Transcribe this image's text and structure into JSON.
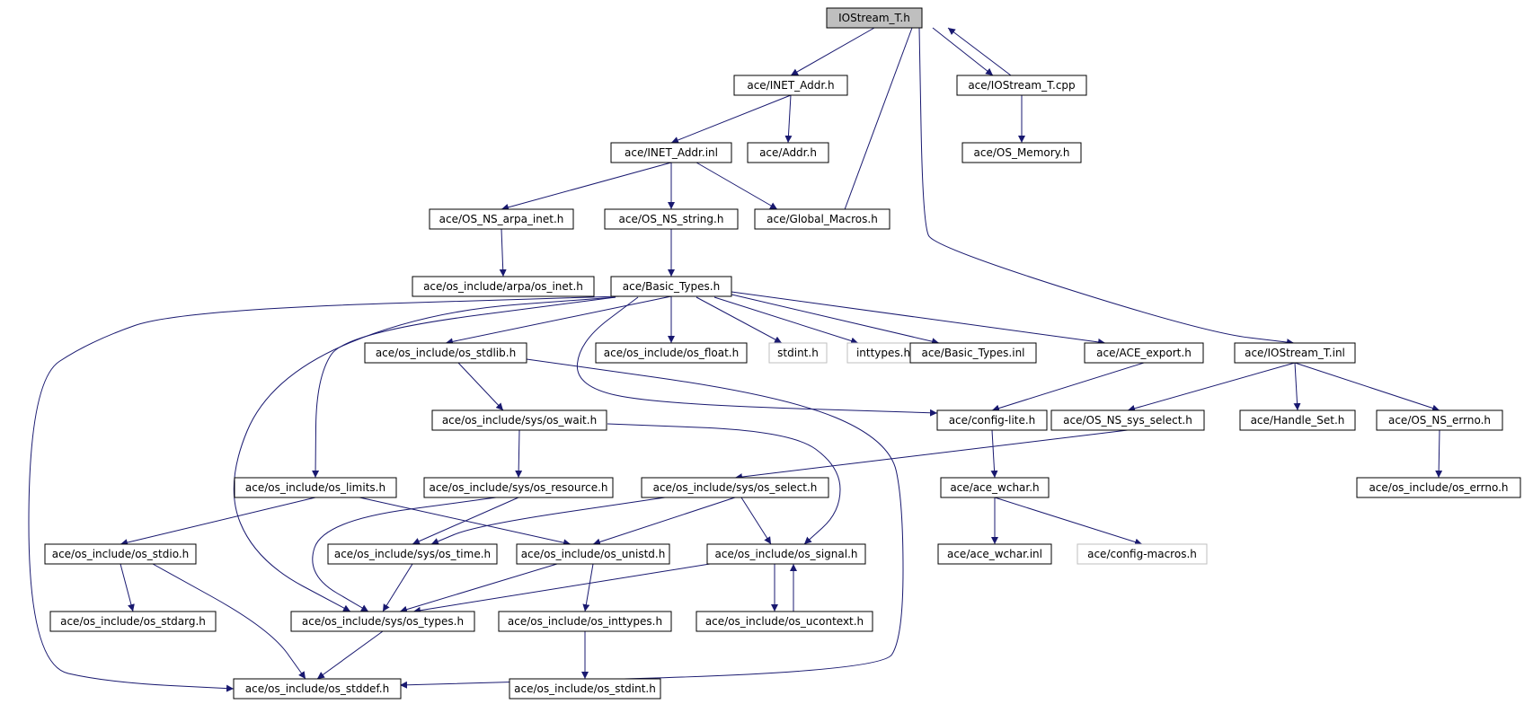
{
  "graph": {
    "colors": {
      "edge": "#191970",
      "root_fill": "#bfbfbf",
      "node_border": "#000000",
      "external_border": "#bfbfbf"
    },
    "nodes": [
      {
        "id": "iostream_t_h",
        "label": "IOStream_T.h",
        "kind": "root"
      },
      {
        "id": "inet_addr_h",
        "label": "ace/INET_Addr.h",
        "kind": "normal"
      },
      {
        "id": "iostream_t_cpp",
        "label": "ace/IOStream_T.cpp",
        "kind": "normal"
      },
      {
        "id": "inet_addr_inl",
        "label": "ace/INET_Addr.inl",
        "kind": "normal"
      },
      {
        "id": "addr_h",
        "label": "ace/Addr.h",
        "kind": "normal"
      },
      {
        "id": "os_memory_h",
        "label": "ace/OS_Memory.h",
        "kind": "normal"
      },
      {
        "id": "os_ns_arpa_inet_h",
        "label": "ace/OS_NS_arpa_inet.h",
        "kind": "normal"
      },
      {
        "id": "os_ns_string_h",
        "label": "ace/OS_NS_string.h",
        "kind": "normal"
      },
      {
        "id": "global_macros_h",
        "label": "ace/Global_Macros.h",
        "kind": "normal"
      },
      {
        "id": "os_inet_h",
        "label": "ace/os_include/arpa/os_inet.h",
        "kind": "normal"
      },
      {
        "id": "basic_types_h",
        "label": "ace/Basic_Types.h",
        "kind": "normal"
      },
      {
        "id": "os_stdlib_h",
        "label": "ace/os_include/os_stdlib.h",
        "kind": "normal"
      },
      {
        "id": "os_float_h",
        "label": "ace/os_include/os_float.h",
        "kind": "normal"
      },
      {
        "id": "stdint_h",
        "label": "stdint.h",
        "kind": "external"
      },
      {
        "id": "inttypes_h",
        "label": "inttypes.h",
        "kind": "external"
      },
      {
        "id": "basic_types_inl",
        "label": "ace/Basic_Types.inl",
        "kind": "normal"
      },
      {
        "id": "ace_export_h",
        "label": "ace/ACE_export.h",
        "kind": "normal"
      },
      {
        "id": "iostream_t_inl",
        "label": "ace/IOStream_T.inl",
        "kind": "normal"
      },
      {
        "id": "os_wait_h",
        "label": "ace/os_include/sys/os_wait.h",
        "kind": "normal"
      },
      {
        "id": "config_lite_h",
        "label": "ace/config-lite.h",
        "kind": "normal"
      },
      {
        "id": "os_ns_sys_select_h",
        "label": "ace/OS_NS_sys_select.h",
        "kind": "normal"
      },
      {
        "id": "handle_set_h",
        "label": "ace/Handle_Set.h",
        "kind": "normal"
      },
      {
        "id": "os_ns_errno_h",
        "label": "ace/OS_NS_errno.h",
        "kind": "normal"
      },
      {
        "id": "os_limits_h",
        "label": "ace/os_include/os_limits.h",
        "kind": "normal"
      },
      {
        "id": "os_resource_h",
        "label": "ace/os_include/sys/os_resource.h",
        "kind": "normal"
      },
      {
        "id": "os_select_h",
        "label": "ace/os_include/sys/os_select.h",
        "kind": "normal"
      },
      {
        "id": "ace_wchar_h",
        "label": "ace/ace_wchar.h",
        "kind": "normal"
      },
      {
        "id": "os_errno_h",
        "label": "ace/os_include/os_errno.h",
        "kind": "normal"
      },
      {
        "id": "os_stdio_h",
        "label": "ace/os_include/os_stdio.h",
        "kind": "normal"
      },
      {
        "id": "os_time_h",
        "label": "ace/os_include/sys/os_time.h",
        "kind": "normal"
      },
      {
        "id": "os_unistd_h",
        "label": "ace/os_include/os_unistd.h",
        "kind": "normal"
      },
      {
        "id": "os_signal_h",
        "label": "ace/os_include/os_signal.h",
        "kind": "normal"
      },
      {
        "id": "ace_wchar_inl",
        "label": "ace/ace_wchar.inl",
        "kind": "normal"
      },
      {
        "id": "config_macros_h",
        "label": "ace/config-macros.h",
        "kind": "external"
      },
      {
        "id": "os_stdarg_h",
        "label": "ace/os_include/os_stdarg.h",
        "kind": "normal"
      },
      {
        "id": "os_types_h",
        "label": "ace/os_include/sys/os_types.h",
        "kind": "normal"
      },
      {
        "id": "os_inttypes_h",
        "label": "ace/os_include/os_inttypes.h",
        "kind": "normal"
      },
      {
        "id": "os_ucontext_h",
        "label": "ace/os_include/os_ucontext.h",
        "kind": "normal"
      },
      {
        "id": "os_stddef_h",
        "label": "ace/os_include/os_stddef.h",
        "kind": "normal"
      },
      {
        "id": "os_stdint_h",
        "label": "ace/os_include/os_stdint.h",
        "kind": "normal"
      }
    ],
    "edges": [
      {
        "from": "iostream_t_h",
        "to": "inet_addr_h"
      },
      {
        "from": "iostream_t_h",
        "to": "global_macros_h"
      },
      {
        "from": "iostream_t_h",
        "to": "iostream_t_cpp"
      },
      {
        "from": "iostream_t_cpp",
        "to": "iostream_t_h"
      },
      {
        "from": "iostream_t_h",
        "to": "iostream_t_inl"
      },
      {
        "from": "inet_addr_h",
        "to": "inet_addr_inl"
      },
      {
        "from": "inet_addr_h",
        "to": "addr_h"
      },
      {
        "from": "iostream_t_cpp",
        "to": "os_memory_h"
      },
      {
        "from": "inet_addr_inl",
        "to": "os_ns_arpa_inet_h"
      },
      {
        "from": "inet_addr_inl",
        "to": "os_ns_string_h"
      },
      {
        "from": "inet_addr_inl",
        "to": "global_macros_h"
      },
      {
        "from": "os_ns_arpa_inet_h",
        "to": "os_inet_h"
      },
      {
        "from": "os_ns_string_h",
        "to": "basic_types_h"
      },
      {
        "from": "basic_types_h",
        "to": "os_stddef_h"
      },
      {
        "from": "basic_types_h",
        "to": "os_types_h"
      },
      {
        "from": "basic_types_h",
        "to": "os_limits_h"
      },
      {
        "from": "basic_types_h",
        "to": "os_stdlib_h"
      },
      {
        "from": "basic_types_h",
        "to": "config_lite_h"
      },
      {
        "from": "basic_types_h",
        "to": "os_float_h"
      },
      {
        "from": "basic_types_h",
        "to": "stdint_h"
      },
      {
        "from": "basic_types_h",
        "to": "inttypes_h"
      },
      {
        "from": "basic_types_h",
        "to": "basic_types_inl"
      },
      {
        "from": "basic_types_h",
        "to": "ace_export_h"
      },
      {
        "from": "os_stdlib_h",
        "to": "os_wait_h"
      },
      {
        "from": "os_stdlib_h",
        "to": "os_stddef_h"
      },
      {
        "from": "ace_export_h",
        "to": "config_lite_h"
      },
      {
        "from": "iostream_t_inl",
        "to": "os_ns_sys_select_h"
      },
      {
        "from": "iostream_t_inl",
        "to": "handle_set_h"
      },
      {
        "from": "iostream_t_inl",
        "to": "os_ns_errno_h"
      },
      {
        "from": "config_lite_h",
        "to": "ace_wchar_h"
      },
      {
        "from": "os_ns_sys_select_h",
        "to": "os_select_h"
      },
      {
        "from": "os_ns_errno_h",
        "to": "os_errno_h"
      },
      {
        "from": "os_wait_h",
        "to": "os_resource_h"
      },
      {
        "from": "os_wait_h",
        "to": "os_signal_h"
      },
      {
        "from": "os_limits_h",
        "to": "os_stdio_h"
      },
      {
        "from": "os_limits_h",
        "to": "os_unistd_h"
      },
      {
        "from": "os_resource_h",
        "to": "os_time_h"
      },
      {
        "from": "os_resource_h",
        "to": "os_types_h"
      },
      {
        "from": "os_select_h",
        "to": "os_time_h"
      },
      {
        "from": "os_select_h",
        "to": "os_unistd_h"
      },
      {
        "from": "os_select_h",
        "to": "os_signal_h"
      },
      {
        "from": "ace_wchar_h",
        "to": "ace_wchar_inl"
      },
      {
        "from": "ace_wchar_h",
        "to": "config_macros_h"
      },
      {
        "from": "os_stdio_h",
        "to": "os_stdarg_h"
      },
      {
        "from": "os_stdio_h",
        "to": "os_stddef_h"
      },
      {
        "from": "os_time_h",
        "to": "os_types_h"
      },
      {
        "from": "os_unistd_h",
        "to": "os_types_h"
      },
      {
        "from": "os_unistd_h",
        "to": "os_inttypes_h"
      },
      {
        "from": "os_signal_h",
        "to": "os_types_h"
      },
      {
        "from": "os_signal_h",
        "to": "os_ucontext_h"
      },
      {
        "from": "os_ucontext_h",
        "to": "os_signal_h"
      },
      {
        "from": "os_types_h",
        "to": "os_stddef_h"
      },
      {
        "from": "os_inttypes_h",
        "to": "os_stdint_h"
      }
    ]
  }
}
